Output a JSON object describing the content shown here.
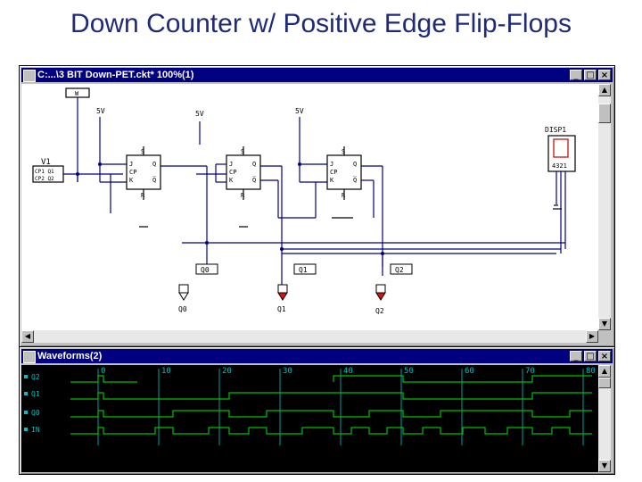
{
  "slide": {
    "title": "Down Counter w/ Positive Edge Flip-Flops"
  },
  "circuit_window": {
    "title": "C:...\\3 BIT Down-PET.ckt* 100%(1)",
    "buttons": [
      "_",
      "□",
      "×"
    ],
    "labels": {
      "vcc1": "5V",
      "vcc2": "5V",
      "vcc3": "5V",
      "clock_name": "V1",
      "clock_pin1": "CP1 Q1",
      "clock_pin2": "CP2 Q2",
      "wire_tag": "W",
      "display_name": "DISP1",
      "display_value": "4321"
    },
    "flipflop_pins": {
      "s": "S",
      "j": "J",
      "cp": "CP",
      "k": "K",
      "q": "Q",
      "qbar": "Q̅",
      "r": "R"
    },
    "nodes": [
      {
        "tag": "Q0",
        "probe_label": "Q0",
        "probe_color": "#ffffff"
      },
      {
        "tag": "Q1",
        "probe_label": "Q1",
        "probe_color": "#e01010"
      },
      {
        "tag": "Q2",
        "probe_label": "Q2",
        "probe_color": "#e01010"
      }
    ]
  },
  "waveform_window": {
    "title": "Waveforms(2)",
    "buttons": [
      "_",
      "□",
      "×"
    ],
    "time_ticks": [
      "0",
      "10",
      "20",
      "30",
      "40",
      "50",
      "60",
      "70",
      "80"
    ],
    "signals": [
      "Q2",
      "Q1",
      "Q0",
      "IN"
    ],
    "wave_color": "#00c000",
    "grid_color": "#00a0a0",
    "background": "#000000"
  }
}
